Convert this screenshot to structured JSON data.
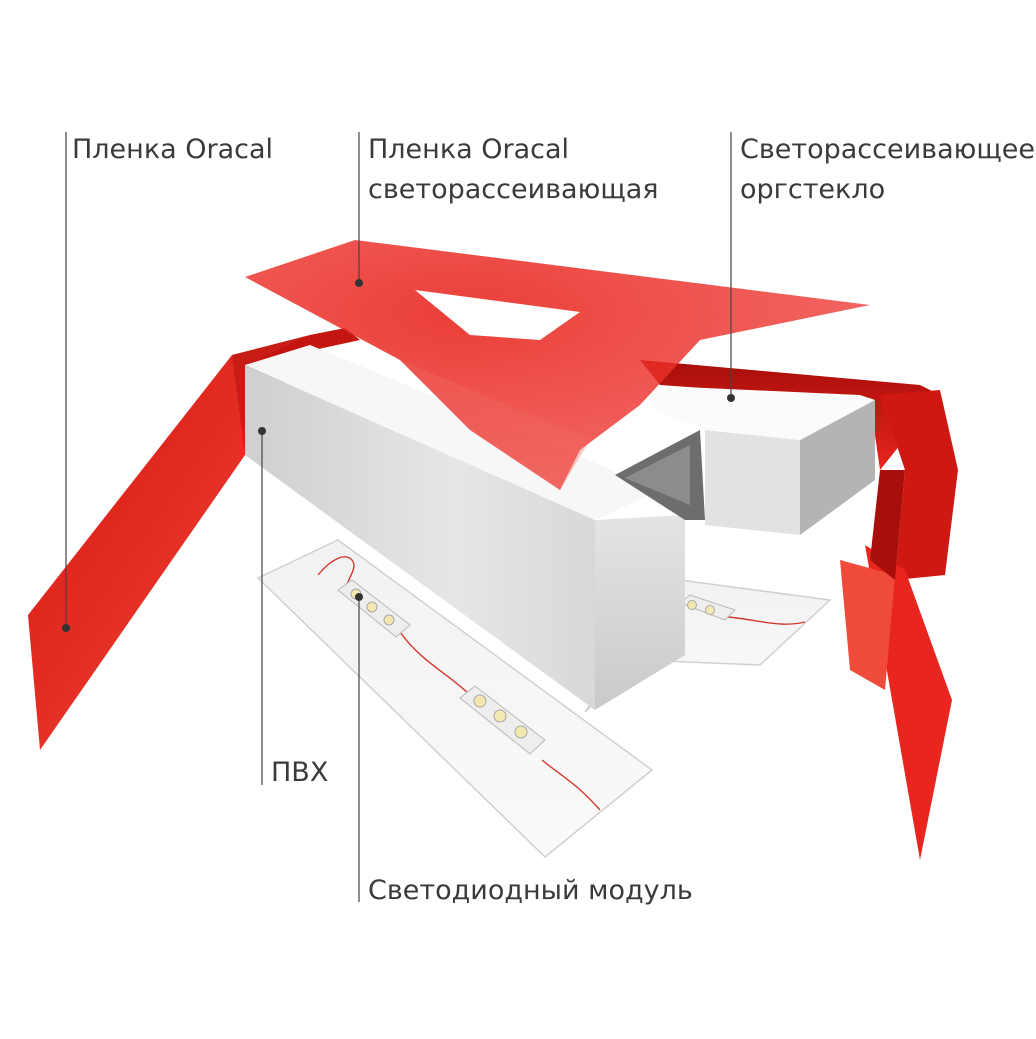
{
  "labels": {
    "oracal_film": [
      "Пленка Oracal"
    ],
    "oracal_diffusing_film": [
      "Пленка Oracal",
      "светорассеивающая"
    ],
    "diffusing_acrylic": [
      "Светорассеивающее",
      "оргстекло"
    ],
    "pvc": [
      "ПВХ"
    ],
    "led_module": [
      "Светодиодный модуль"
    ]
  },
  "colors": {
    "red": "#e8251e",
    "red_dark": "#b0100c",
    "red_translucent": "#ef3a35",
    "white_face": "#f7f7f7",
    "grey_side": "#d6d6d6",
    "grey_dark": "#8c8c8c",
    "leader_line": "#444444",
    "text": "#3a3a3a"
  }
}
